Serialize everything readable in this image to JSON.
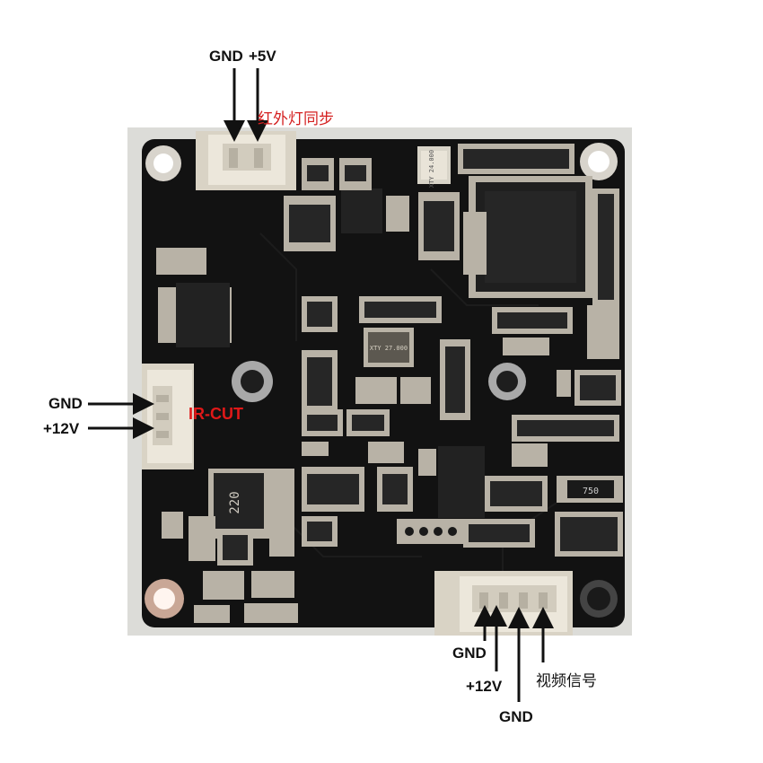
{
  "top_connector": {
    "pins": [
      "GND",
      "+5V"
    ],
    "label_cn": "红外灯同步",
    "label_color": "#d42020"
  },
  "left_connector": {
    "pins": [
      "GND",
      "+12V"
    ],
    "label": "IR-CUT",
    "label_color": "#e01818"
  },
  "bottom_connector": {
    "pins": [
      "GND",
      "+12V",
      "GND"
    ],
    "label_cn": "视频信号"
  },
  "board_markings": {
    "inductor": "220",
    "crystal_top": "XTY 24.000",
    "crystal_mid": "XTY 27.000",
    "resistor": "750"
  },
  "colors": {
    "pcb": "#121212",
    "pad": "#b8b2a6",
    "arrow": "#111111",
    "connector": "#e9e4d8"
  }
}
